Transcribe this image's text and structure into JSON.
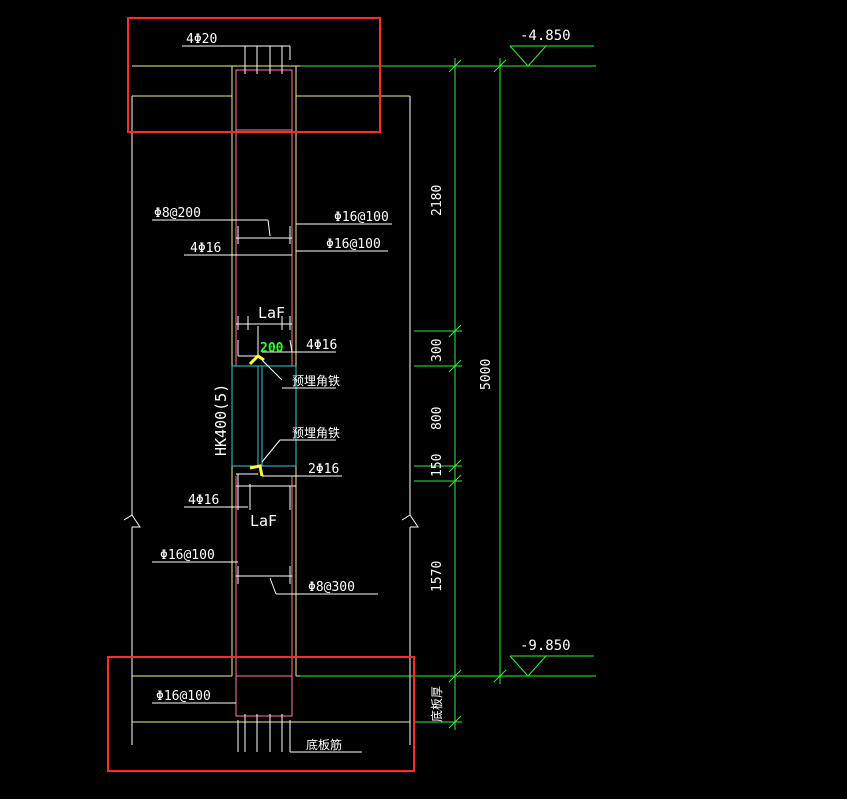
{
  "colors": {
    "background": "#000000",
    "outline": "#ffffff",
    "slab": "#f2f28a",
    "rebar": "#ff7aa0",
    "dimension": "#33ee33",
    "plate": "#33cccc",
    "highlight": "#ff2a2a",
    "anchor": "#ffff33"
  },
  "levels": {
    "top": "-4.850",
    "bottom": "-9.850"
  },
  "dimensions": {
    "d2180": "2180",
    "d300": "300",
    "d800": "800",
    "d150": "150",
    "d1570": "1570",
    "total": "5000",
    "slab_thickness": "底板厚"
  },
  "labels": {
    "top_rebar": "4Φ20",
    "stirrup_200": "Φ8@200",
    "rebar_16_100_a": "Φ16@100",
    "rebar_4_16_a": "4Φ16",
    "rebar_16_100_b": "Φ16@100",
    "laf_top": "LaF",
    "dim_200": "200",
    "rebar_4_16_b": "4Φ16",
    "embedded_a": "预埋角铁",
    "embedded_b": "预埋角铁",
    "section": "HK400(5)",
    "rebar_2_16": "2Φ16",
    "rebar_4_16_c": "4Φ16",
    "laf_bottom": "LaF",
    "rebar_16_100_c": "Φ16@100",
    "stirrup_300": "Φ8@300",
    "rebar_16_100_d": "Φ16@100",
    "bottom_rebar": "底板筋"
  }
}
